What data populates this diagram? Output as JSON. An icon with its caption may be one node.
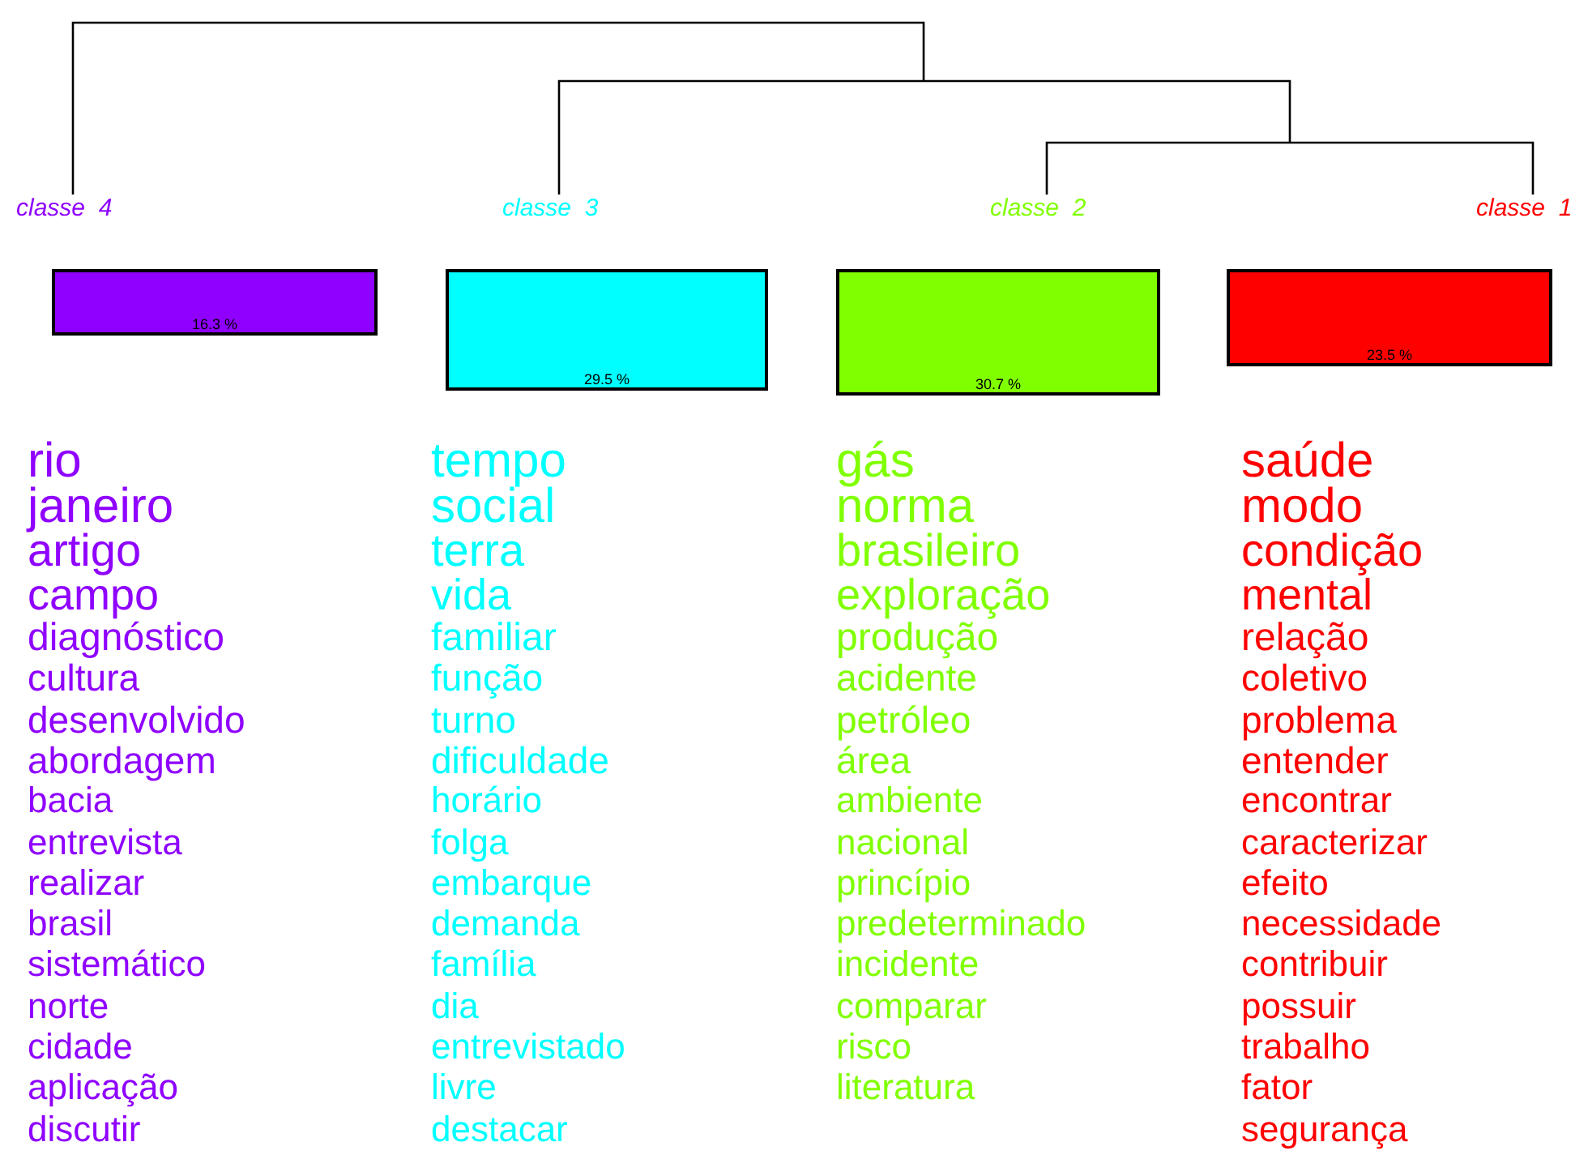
{
  "diagram": {
    "nodes": [
      {
        "text": [
          "16.3 %"
        ],
        "beside": [
          "classe  4",
          "rio",
          "janeiro",
          "artigo",
          "campo",
          "diagnóstico",
          "cultura",
          "desenvolvido",
          "abordagem",
          "bacia",
          "entrevista",
          "realizar",
          "brasil",
          "sistemático",
          "norte",
          "cidade",
          "aplicação",
          "discutir"
        ]
      },
      {
        "text": [
          "29.5 %"
        ],
        "beside": [
          "classe  3",
          "tempo",
          "social",
          "terra",
          "vida",
          "familiar",
          "função",
          "turno",
          "dificuldade",
          "horário",
          "folga",
          "embarque",
          "demanda",
          "família",
          "dia",
          "entrevistado",
          "livre",
          "destacar"
        ]
      },
      {
        "text": [
          "30.7 %"
        ],
        "beside": [
          "classe  2",
          "gás",
          "norma",
          "brasileiro",
          "exploração",
          "produção",
          "acidente",
          "petróleo",
          "área",
          "ambiente",
          "nacional",
          "princípio",
          "predeterminado",
          "incidente",
          "comparar",
          "risco",
          "literatura"
        ]
      },
      {
        "text": [
          "23.5 %"
        ],
        "beside": [
          "classe  1",
          "saúde",
          "modo",
          "condição",
          "mental",
          "relação",
          "coletivo",
          "problema",
          "entender",
          "encontrar",
          "caracterizar",
          "efeito",
          "necessidade",
          "contribuir",
          "possuir",
          "trabalho",
          "fator",
          "segurança"
        ]
      }
    ]
  }
}
